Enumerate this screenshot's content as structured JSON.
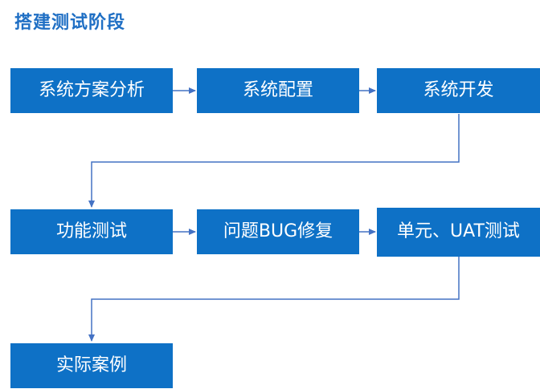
{
  "title": "搭建测试阶段",
  "colors": {
    "box_fill": "#0e71c6",
    "connector": "#4472c4",
    "title": "#1f6fc4"
  },
  "steps": [
    {
      "id": "s1",
      "label": "系统方案分析"
    },
    {
      "id": "s2",
      "label": "系统配置"
    },
    {
      "id": "s3",
      "label": "系统开发"
    },
    {
      "id": "s4",
      "label": "功能测试"
    },
    {
      "id": "s5",
      "label": "问题BUG修复"
    },
    {
      "id": "s6",
      "label": "单元、UAT测试"
    },
    {
      "id": "s7",
      "label": "实际案例"
    }
  ]
}
